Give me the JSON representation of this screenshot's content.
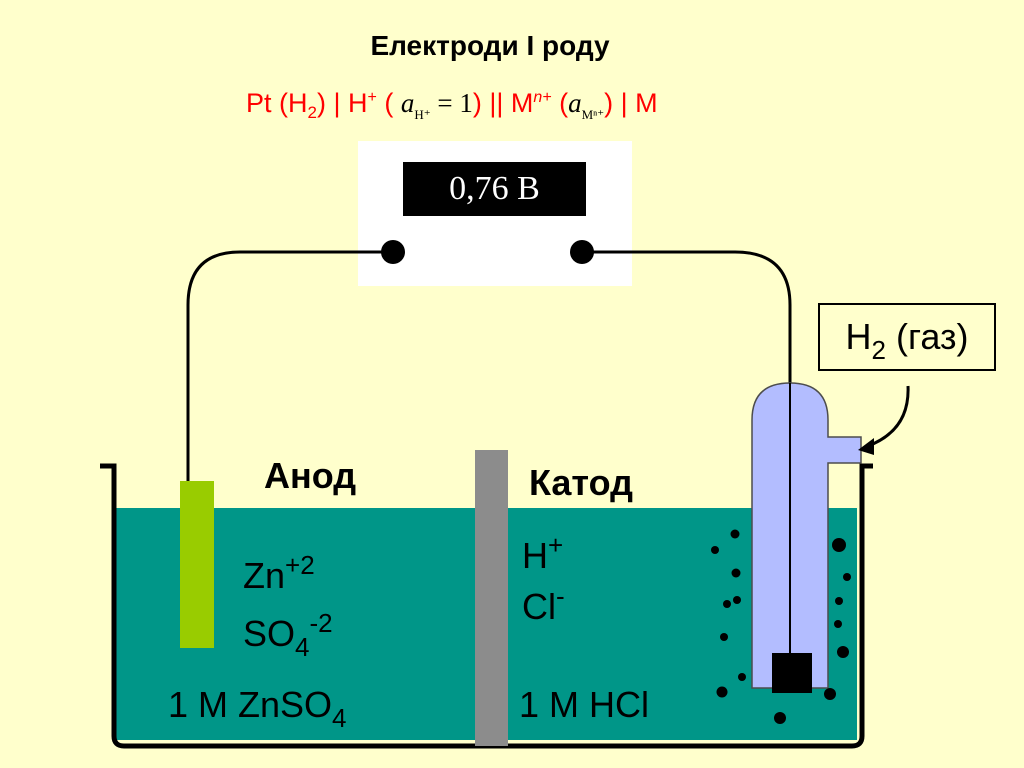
{
  "title": "Електроди І роду",
  "formula": {
    "pt": "Pt (H",
    "pt_sub": "2",
    "mid1": ") | H",
    "h_sup": "+",
    "open1": " ( ",
    "a1": "a",
    "a1_sub": "H⁺",
    "eq1": " = 1",
    "mid2": ") || M",
    "m_sup": "n+",
    "open2": " (",
    "a2": "a",
    "a2_sub": "Mⁿ⁺",
    "end": ") | M"
  },
  "voltmeter": {
    "reading": "0,76 В"
  },
  "labels": {
    "anode": "Анод",
    "cathode": "Катод",
    "gas_main": "H",
    "gas_sub": "2",
    "gas_rest": " (газ)",
    "left_ion1": "Zn",
    "left_ion1_sup": "+2",
    "left_ion2": "SO",
    "left_ion2_sub": "4",
    "left_ion2_sup": "-2",
    "right_ion1": "H",
    "right_ion1_sup": "+",
    "right_ion2": "Cl",
    "right_ion2_sup": "-",
    "left_solution": "1 M ZnSO",
    "left_solution_sub": "4",
    "right_solution": "1 M HCl"
  },
  "colors": {
    "background": "#ffffcc",
    "solution": "#009688",
    "zinc_electrode": "#99cc00",
    "membrane": "#8c8c8c",
    "hydrogen_tube": "#b3bdff",
    "formula_text": "#ff0000"
  }
}
